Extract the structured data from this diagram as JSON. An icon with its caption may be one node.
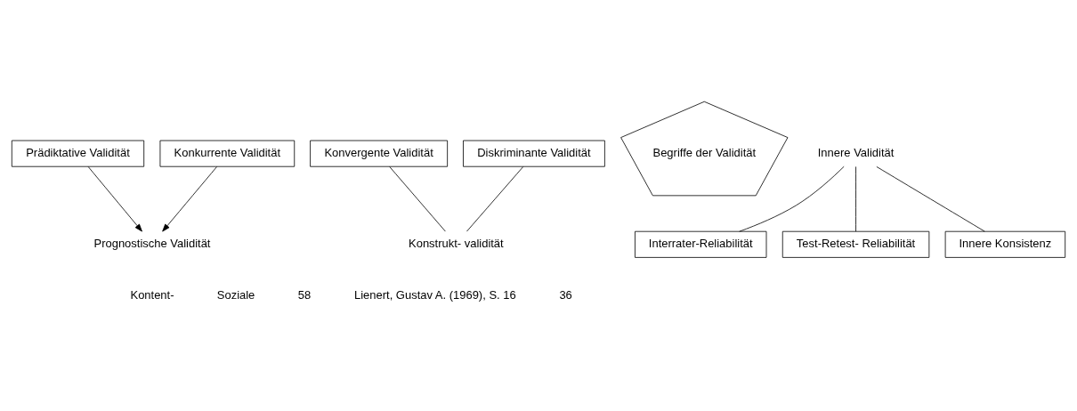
{
  "diagram": {
    "nodes": [
      {
        "text": [
          "Prädiktative Validität"
        ]
      },
      {
        "text": [
          "Prognostische Validität"
        ]
      },
      {
        "text": [
          "Konkurrente Validität"
        ]
      },
      {
        "text": [
          "Konvergente Validität"
        ]
      },
      {
        "text": [
          "Konstrukt- validität"
        ]
      },
      {
        "text": [
          "Begriffe der Validität"
        ]
      },
      {
        "text": [
          "Innere Validität"
        ]
      },
      {
        "text": [
          "Interrater-Reliabilität"
        ]
      },
      {
        "text": [
          "Test-Retest- Reliabilität"
        ]
      },
      {
        "text": [
          "Diskriminante Validität"
        ]
      },
      {
        "text": [
          "Innere Konsistenz"
        ]
      }
    ],
    "edges": [
      {
        "from": 0,
        "to": 1,
        "arrow": "to"
      },
      {
        "from": 2,
        "to": 1,
        "arrow": "to"
      },
      {
        "from": 3,
        "to": 4,
        "arrow": "none"
      },
      {
        "from": 9,
        "to": 4,
        "arrow": "none"
      },
      {
        "from": 6,
        "to": 7,
        "arrow": "none"
      },
      {
        "from": 6,
        "to": 8,
        "arrow": "none"
      },
      {
        "from": 6,
        "to": 10,
        "arrow": "none"
      }
    ],
    "labels": [
      "Kontent-",
      "Soziale",
      "58",
      "Lienert, Gustav A. (1969), S. 16",
      "36"
    ]
  }
}
